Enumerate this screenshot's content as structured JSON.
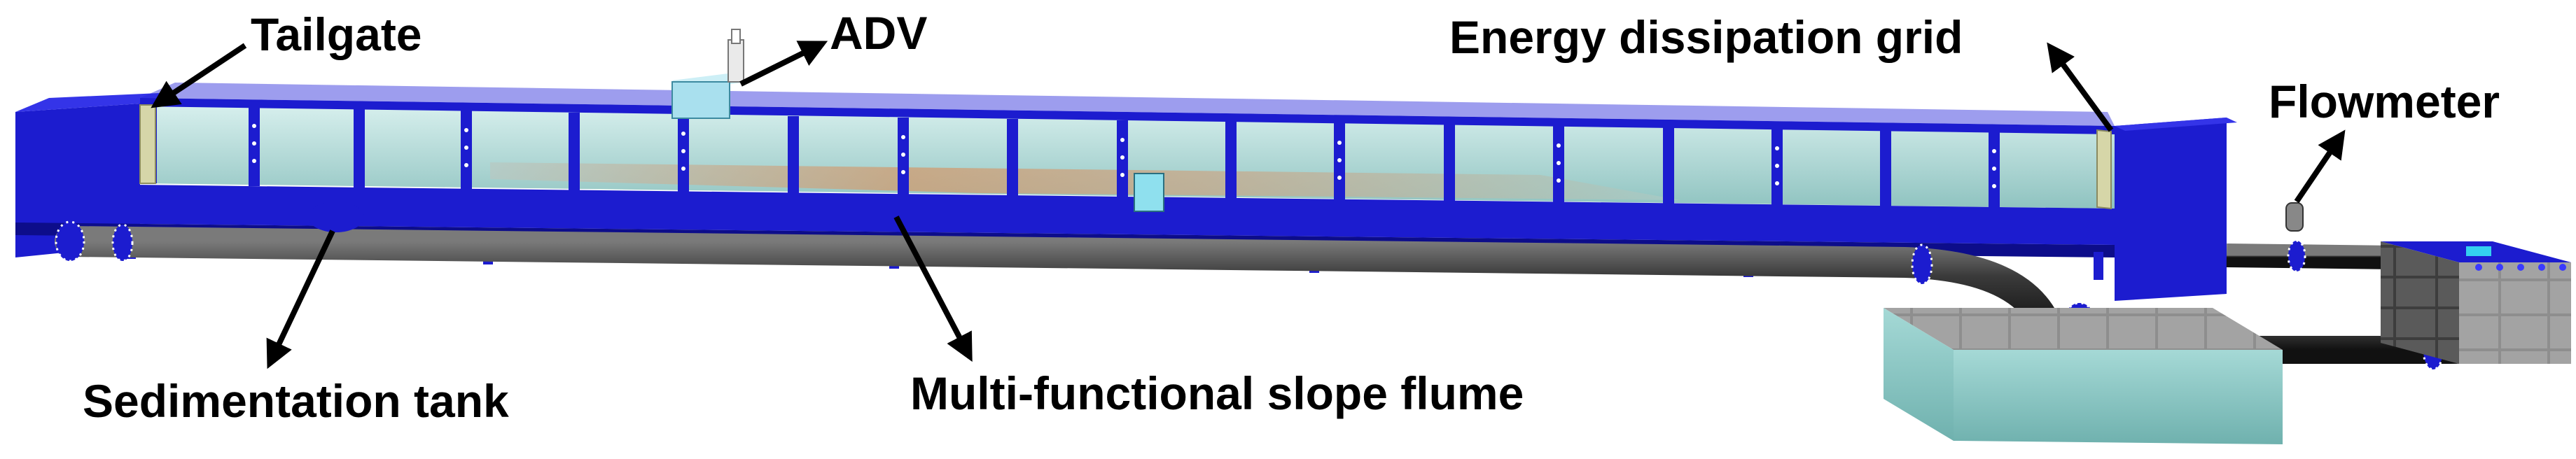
{
  "labels": {
    "tailgate": "Tailgate",
    "adv": "ADV",
    "energy_grid": "Energy dissipation grid",
    "flowmeter": "Flowmeter",
    "sedimentation_tank": "Sedimentation tank",
    "flume": "Multi-functional slope flume"
  },
  "colors": {
    "frame_blue": "#1c1ccf",
    "dark_blue": "#0d0d8a",
    "glass": "#a8d8d4",
    "pipe": "#3a3a3a",
    "sediment": "#c9a27a",
    "tank_wall": "#9a9a9a",
    "tank_water": "#8fc9c7",
    "adv_box": "#a9e0ee",
    "arrow": "#000000"
  }
}
